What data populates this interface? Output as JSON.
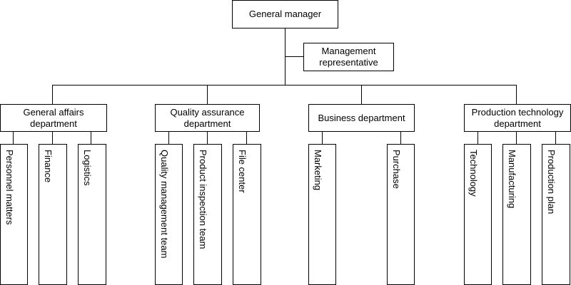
{
  "top": {
    "label": "General manager"
  },
  "assistant": {
    "label": "Management representative"
  },
  "departments": [
    {
      "label": "General affairs department",
      "units": [
        "Personnel matters",
        "Finance",
        "Logistics"
      ]
    },
    {
      "label": "Quality assurance department",
      "units": [
        "Quality management team",
        "Product inspection team",
        "File center"
      ]
    },
    {
      "label": "Business department",
      "units": [
        "Marketing",
        "Purchase"
      ]
    },
    {
      "label": "Production technology department",
      "units": [
        "Technology",
        "Manufacturing",
        "Production plan"
      ]
    }
  ]
}
